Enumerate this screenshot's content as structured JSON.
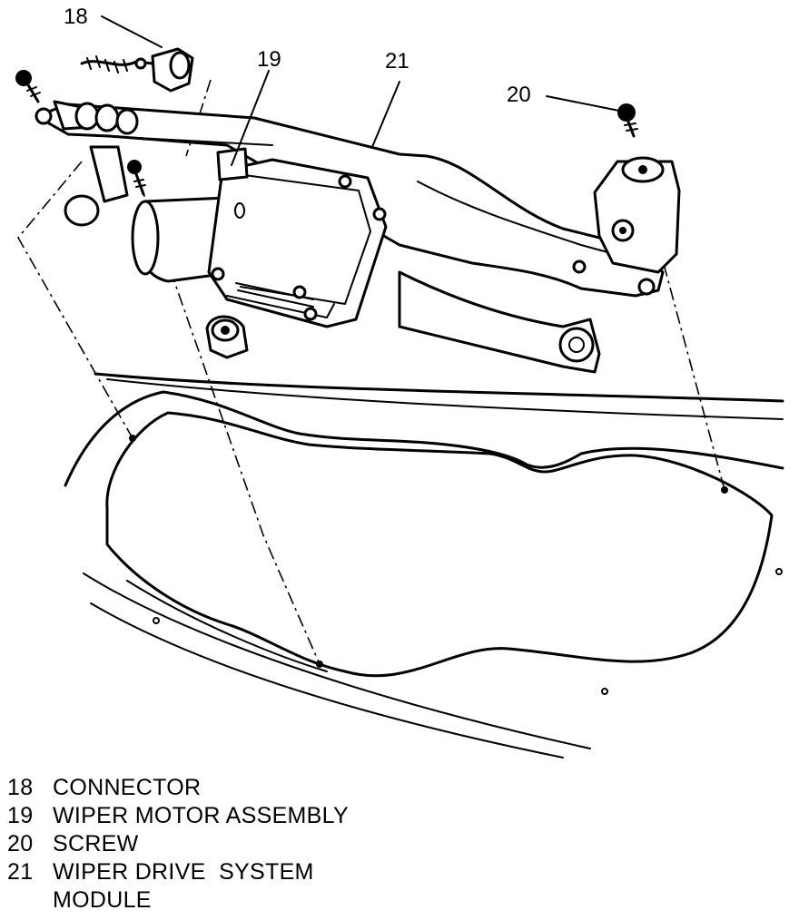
{
  "diagram": {
    "callouts": [
      {
        "id": "18",
        "label": "18"
      },
      {
        "id": "19",
        "label": "19"
      },
      {
        "id": "20",
        "label": "20"
      },
      {
        "id": "21",
        "label": "21"
      }
    ],
    "legend": [
      {
        "number": "18",
        "text": "CONNECTOR"
      },
      {
        "number": "19",
        "text": "WIPER MOTOR ASSEMBLY"
      },
      {
        "number": "20",
        "text": "SCREW"
      },
      {
        "number": "21",
        "text": "WIPER DRIVE  SYSTEM\nMODULE"
      }
    ]
  }
}
